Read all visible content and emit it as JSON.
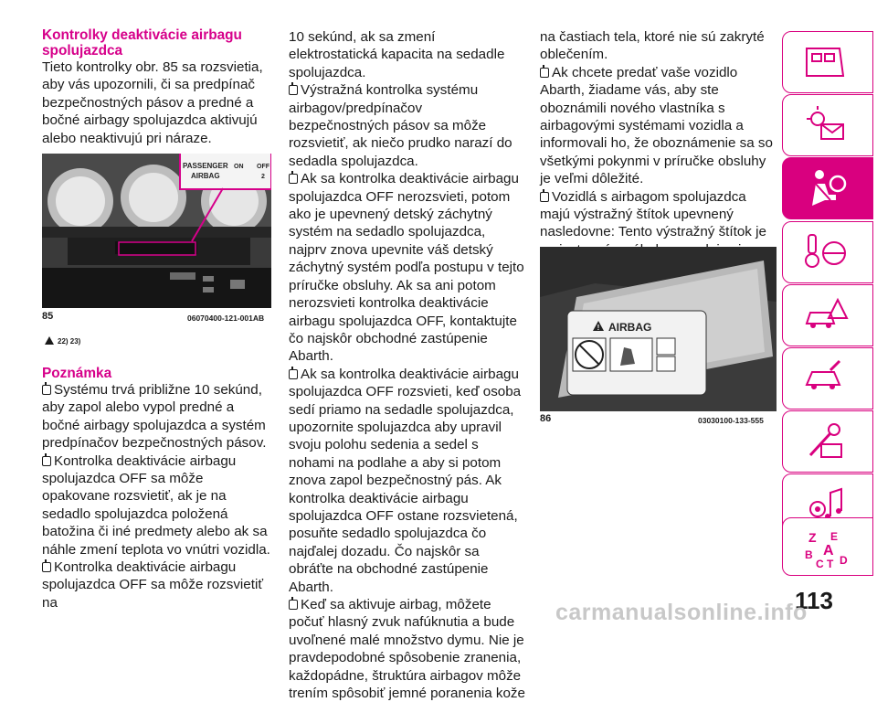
{
  "col1": {
    "heading": "Kontrolky deaktivácie airbagu spolujazdca",
    "intro": "Tieto kontrolky obr. 85 sa rozsvietia, aby vás upozornili, či sa predpínač bezpečnostných pásov a predné a bočné airbagy spolujazdca aktivujú alebo neaktivujú pri náraze.",
    "figure_number": "85",
    "figure_code": "06070400-121-001AB",
    "figure_refs": "22) 23)",
    "note_heading": "Poznámka",
    "notes": [
      "Systému trvá približne 10 sekúnd, aby zapol alebo vypol predné a bočné airbagy spolujazdca a systém predpínačov bezpečnostných pásov.",
      "Kontrolka deaktivácie airbagu spolujazdca OFF sa môže opakovane rozsvietiť, ak je na sedadlo spolujazdca položená batožina či iné predmety alebo ak sa náhle zmení teplota vo vnútri vozidla.",
      "Kontrolka deaktivácie airbagu spolujazdca OFF sa môže rozsvietiť na"
    ],
    "dash_labels": {
      "passenger": "PASSENGER",
      "airbag": "AIRBAG",
      "on": "ON",
      "off": "OFF",
      "num": "2"
    }
  },
  "col2": {
    "paragraphs": [
      {
        "warn": false,
        "text": "10 sekúnd, ak sa zmení elektrostatická kapacita na sedadle spolujazdca."
      },
      {
        "warn": true,
        "text": "Výstražná kontrolka systému airbagov/predpínačov bezpečnostných pásov sa môže rozsvietiť, ak niečo prudko narazí do sedadla spolujazdca."
      },
      {
        "warn": true,
        "text": "Ak sa kontrolka deaktivácie airbagu spolujazdca OFF nerozsvieti, potom ako je upevnený detský záchytný systém na sedadlo spolujazdca, najprv znova upevnite váš detský záchytný systém podľa postupu v tejto príručke obsluhy. Ak sa ani potom nerozsvieti kontrolka deaktivácie airbagu spolujazdca OFF, kontaktujte čo najskôr obchodné zastúpenie Abarth."
      },
      {
        "warn": true,
        "text": "Ak sa kontrolka deaktivácie airbagu spolujazdca OFF rozsvieti, keď osoba sedí priamo na sedadle spolujazdca, upozornite spolujazdca aby upravil svoju polohu sedenia a sedel s nohami na podlahe a aby si potom znova zapol bezpečnostný pás. Ak kontrolka deaktivácie airbagu spolujazdca OFF ostane rozsvietená, posuňte sedadlo spolujazdca čo najďalej dozadu. Čo najskôr sa obráťte na obchodné zastúpenie Abarth."
      },
      {
        "warn": true,
        "text": "Keď sa aktivuje airbag, môžete počuť hlasný zvuk nafúknutia a bude uvoľnené malé množstvo dymu. Nie je pravdepodobné spôsobenie zranenia, každopádne, štruktúra airbagov môže trením spôsobiť jemné poranenia kože"
      }
    ]
  },
  "col3": {
    "paragraphs": [
      {
        "warn": false,
        "text": "na častiach tela, ktoré nie sú zakryté oblečením."
      },
      {
        "warn": true,
        "text": "Ak chcete predať vaše vozidlo Abarth, žiadame vás, aby ste oboznámili nového vlastníka s airbagovými systémami vozidla a informovali ho, že oboznámenie sa so všetkými pokynmi v príručke obsluhy je veľmi dôležité."
      },
      {
        "warn": true,
        "text": "Vozidlá s airbagom spolujazdca majú výstražný štítok upevnený nasledovne: Tento výstražný štítok je umiestnený v súlade s predpismi."
      }
    ],
    "figure_number": "86",
    "figure_code": "03030100-133-555",
    "label_text": "AIRBAG"
  },
  "sidebar": {
    "tabs": [
      {
        "name": "dashboard",
        "icon": "car-dashboard-icon",
        "active": false
      },
      {
        "name": "lights",
        "icon": "lights-mail-icon",
        "active": false
      },
      {
        "name": "safety",
        "icon": "airbag-seatbelt-icon",
        "active": true
      },
      {
        "name": "driving",
        "icon": "key-steering-icon",
        "active": false
      },
      {
        "name": "emergency",
        "icon": "car-warning-icon",
        "active": false
      },
      {
        "name": "maintenance",
        "icon": "car-maintenance-icon",
        "active": false
      },
      {
        "name": "technical",
        "icon": "wrench-data-icon",
        "active": false
      },
      {
        "name": "multimedia",
        "icon": "multimedia-icon",
        "active": false
      },
      {
        "name": "index",
        "icon": "alphabet-index-icon",
        "active": false
      }
    ]
  },
  "page_number": "113",
  "watermark": "carmanualsonline.info",
  "colors": {
    "accent": "#d9007f"
  }
}
